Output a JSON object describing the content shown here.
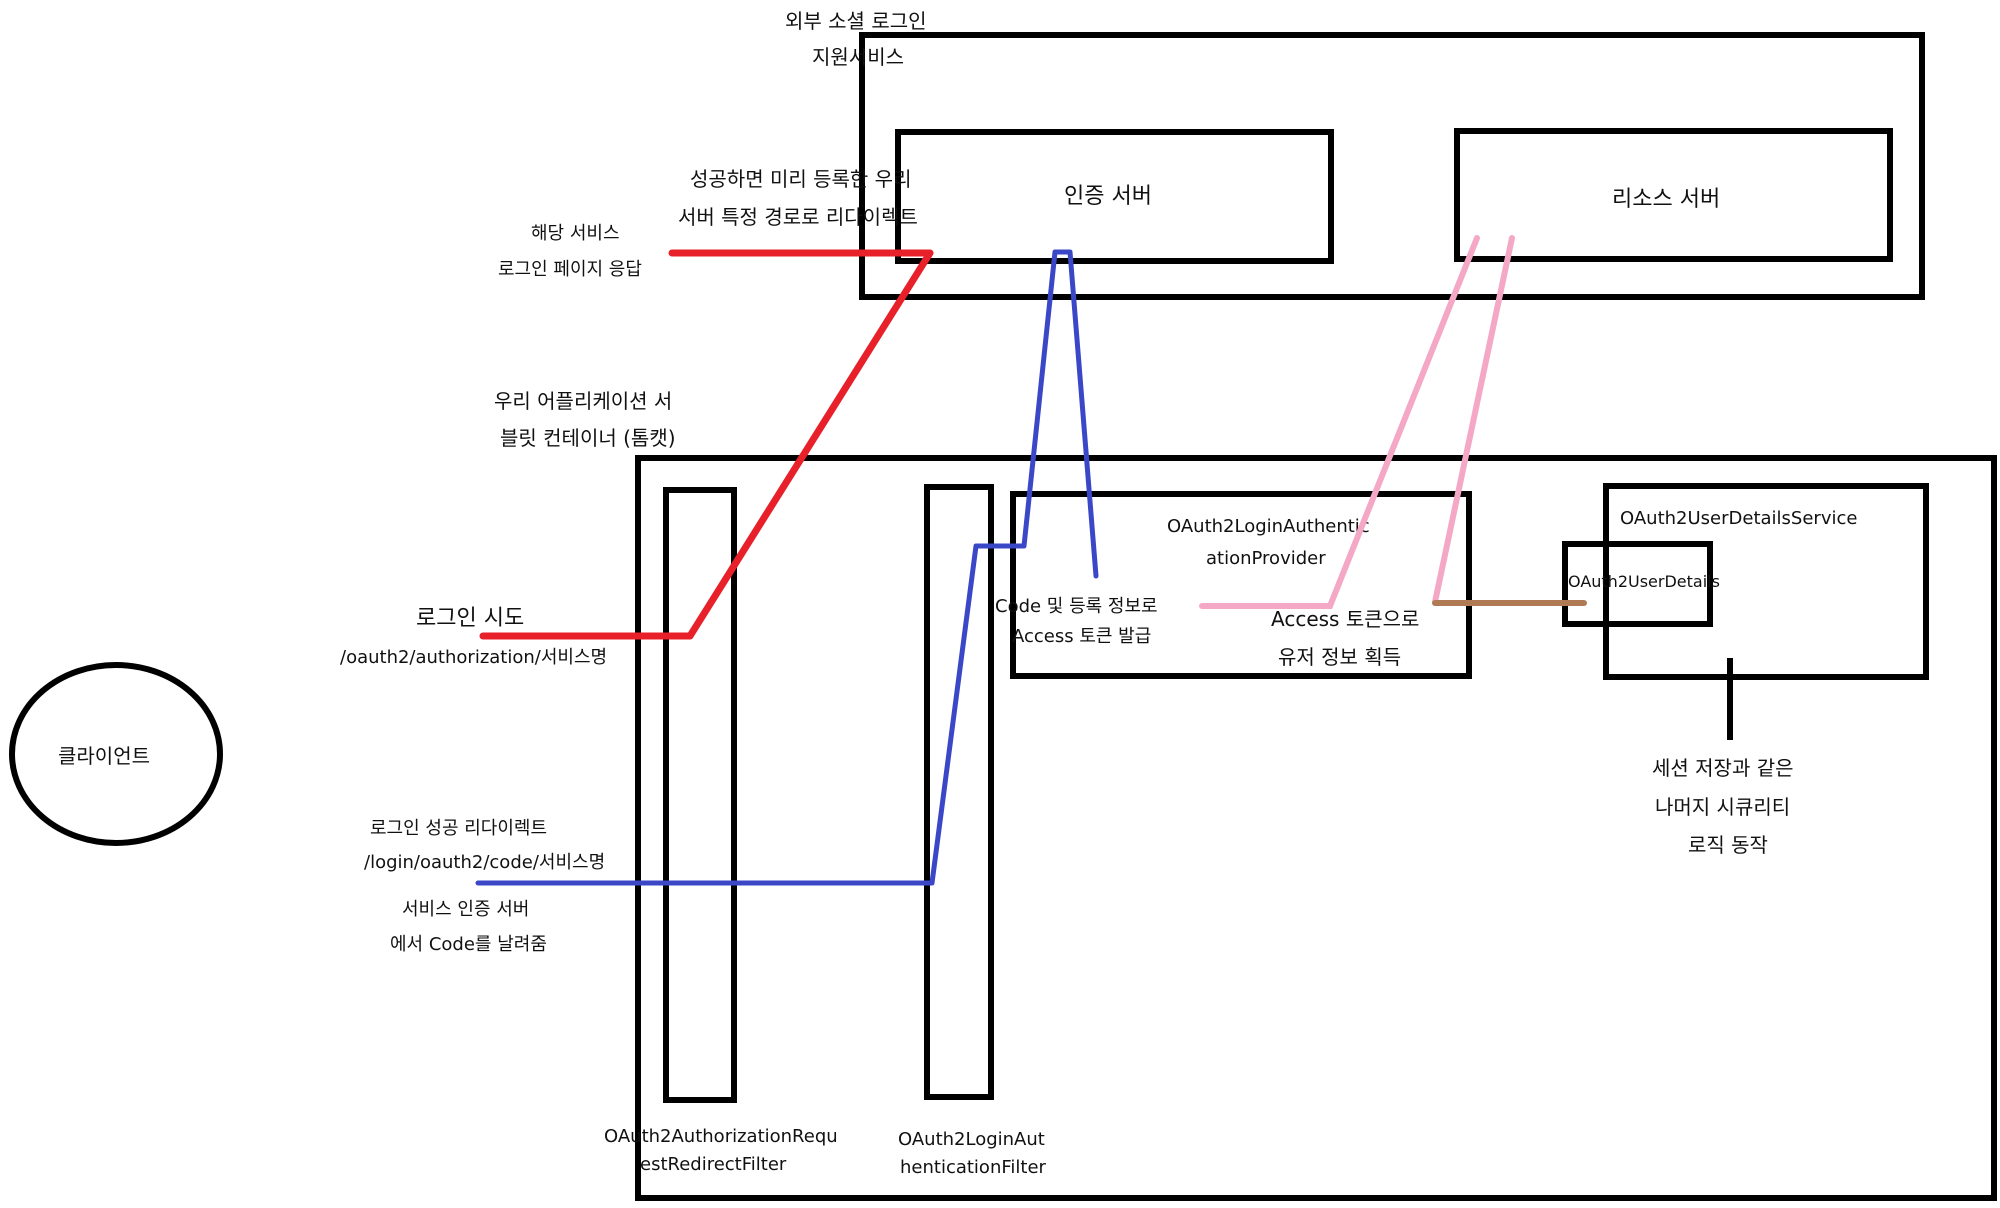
{
  "external": {
    "title_line1": "외부 소셜 로그인",
    "title_line2": "지원서비스",
    "auth_server": "인증 서버",
    "resource_server": "리소스 서버"
  },
  "app_container": {
    "title_line1": "우리 어플리케이션 서",
    "title_line2": "블릿 컨테이너 (톰캣)"
  },
  "client": {
    "label": "클라이언트"
  },
  "filters": {
    "request_redirect": {
      "line1": "OAuth2AuthorizationRequ",
      "line2": "estRedirectFilter"
    },
    "login_auth": {
      "line1": "OAuth2LoginAut",
      "line2": "henticationFilter"
    }
  },
  "provider": {
    "title_line1": "OAuth2LoginAuthentic",
    "title_line2": "ationProvider",
    "code_line1": "Code 및 등록 정보로",
    "code_line2": "Access 토큰 발급",
    "token_line1": "Access 토큰으로",
    "token_line2": "유저 정보 획득"
  },
  "user_details_service": {
    "title": "OAuth2UserDetailsService",
    "inner": "OAuth2UserDetails"
  },
  "annotations": {
    "login_attempt_line1": "로그인 시도",
    "login_attempt_line2": "/oauth2/authorization/서비스명",
    "login_page_line1": "해당 서비스",
    "login_page_line2": "로그인 페이지 응답",
    "redirect_line1": "성공하면 미리 등록한 우리",
    "redirect_line2": "서버 특정 경로로 리다이렉트",
    "success_line1": "로그인 성공 리다이렉트",
    "success_line2": "/login/oauth2/code/서비스명",
    "code_line1": "서비스 인증 서버",
    "code_line2": "에서 Code를 날려줌",
    "session_line1": "세션 저장과 같은",
    "session_line2": "나머지 시큐리티",
    "session_line3": "로직 동작"
  },
  "colors": {
    "red": "#e8202a",
    "blue": "#3a48c8",
    "pink": "#f5a8c6",
    "brown": "#b07a55",
    "black": "#000000"
  }
}
